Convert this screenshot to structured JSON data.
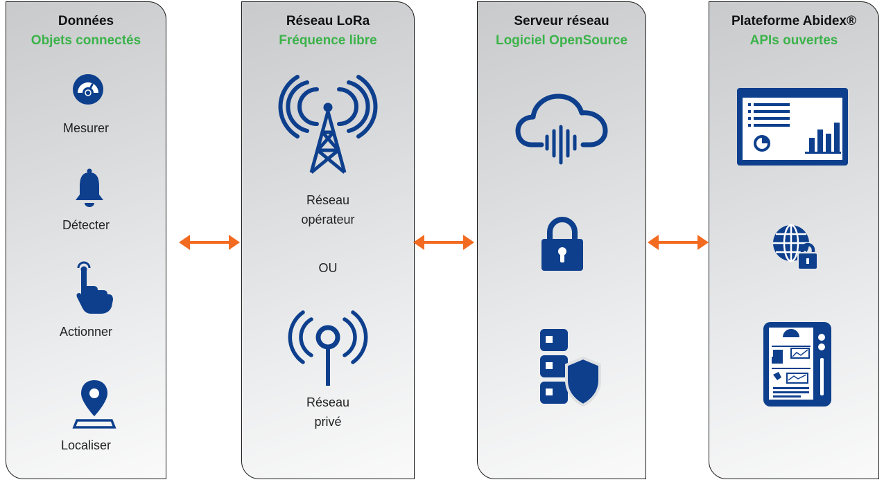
{
  "colors": {
    "accent_blue": "#0d3f8d",
    "subtitle_green": "#3bb34a",
    "arrow_orange": "#f26b21"
  },
  "panels": [
    {
      "title": "Données",
      "subtitle": "Objets connectés",
      "items": [
        {
          "icon": "gauge-icon",
          "label": "Mesurer"
        },
        {
          "icon": "bell-icon",
          "label": "Détecter"
        },
        {
          "icon": "finger-tap-icon",
          "label": "Actionner"
        },
        {
          "icon": "map-pin-icon",
          "label": "Localiser"
        }
      ]
    },
    {
      "title": "Réseau LoRa",
      "subtitle": "Fréquence libre",
      "items": [
        {
          "icon": "antenna-tower-icon",
          "label_line1": "Réseau",
          "label_line2": "opérateur"
        },
        {
          "separator": "OU"
        },
        {
          "icon": "private-antenna-icon",
          "label_line1": "Réseau",
          "label_line2": "privé"
        }
      ]
    },
    {
      "title": "Serveur réseau",
      "subtitle": "Logiciel OpenSource",
      "items": [
        {
          "icon": "cloud-data-icon"
        },
        {
          "icon": "padlock-icon"
        },
        {
          "icon": "server-shield-icon"
        }
      ]
    },
    {
      "title": "Plateforme Abidex®",
      "subtitle": "APIs ouvertes",
      "items": [
        {
          "icon": "dashboard-icon"
        },
        {
          "icon": "globe-lock-icon"
        },
        {
          "icon": "tablet-app-icon"
        }
      ]
    }
  ],
  "connectors": [
    {
      "from": "Données",
      "to": "Réseau LoRa",
      "icon": "double-arrow-icon"
    },
    {
      "from": "Réseau LoRa",
      "to": "Serveur réseau",
      "icon": "double-arrow-icon"
    },
    {
      "from": "Serveur réseau",
      "to": "Plateforme Abidex®",
      "icon": "double-arrow-icon"
    }
  ]
}
